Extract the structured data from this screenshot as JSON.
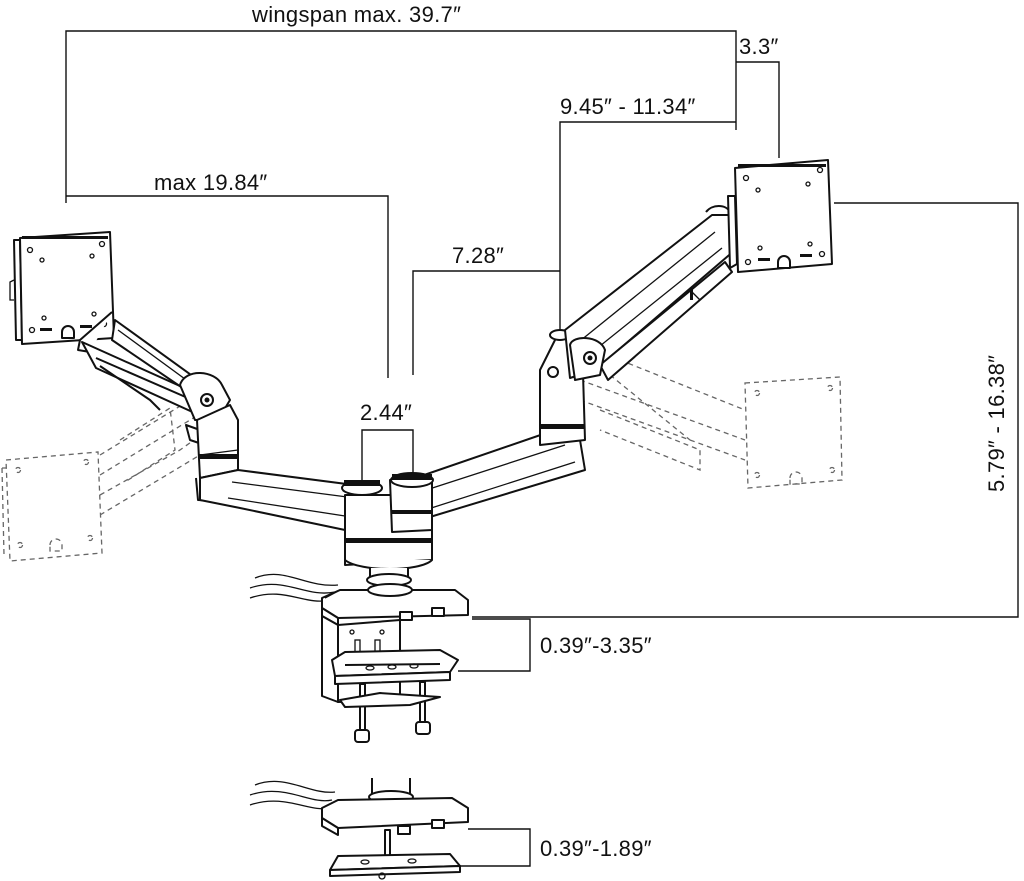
{
  "labels": {
    "wingspan": "wingspan max. 39.7″",
    "offset_top": "3.3″",
    "arm_range": "9.45″ - 11.34″",
    "max_reach": "max 19.84″",
    "arm_segment": "7.28″",
    "pole_spacing": "2.44″",
    "height_range": "5.79″ - 16.38″",
    "clamp_range": "0.39″-3.35″",
    "grommet_range": "0.39″-1.89″"
  }
}
